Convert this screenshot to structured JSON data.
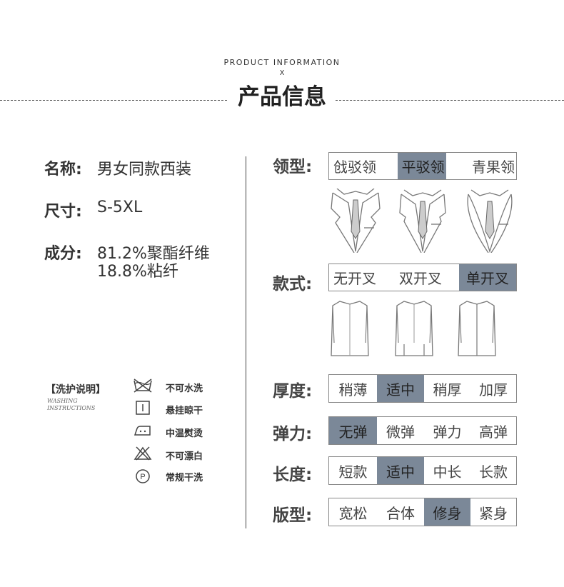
{
  "header": {
    "subtitle": "PRODUCT INFORMATION",
    "x_mark": "X",
    "title": "产品信息"
  },
  "info": [
    {
      "label": "名称:",
      "value": "男女同款西装"
    },
    {
      "label": "尺寸:",
      "value": "S-5XL"
    },
    {
      "label": "成分:",
      "value_line1": "81.2%聚酯纤维",
      "value_line2": "18.8%粘纤"
    }
  ],
  "washing": {
    "title": "【洗护说明】",
    "sub_line1": "WASHING",
    "sub_line2": "INSTRUCTIONS",
    "items": [
      {
        "icon": "no-wash-icon",
        "text": "不可水洗"
      },
      {
        "icon": "hang-dry-icon",
        "text": "悬挂晾干"
      },
      {
        "icon": "iron-medium-icon",
        "text": "中温熨烫"
      },
      {
        "icon": "no-bleach-icon",
        "text": "不可漂白"
      },
      {
        "icon": "dry-clean-icon",
        "text": "常规干洗"
      }
    ]
  },
  "attributes": {
    "collar": {
      "label": "领型:",
      "options": [
        "戗驳领",
        "平驳领",
        "青果领"
      ],
      "selected": 1
    },
    "style": {
      "label": "款式:",
      "options": [
        "无开叉",
        "双开叉",
        "单开叉"
      ],
      "selected": 2
    },
    "thickness": {
      "label": "厚度:",
      "options": [
        "稍薄",
        "适中",
        "稍厚",
        "加厚"
      ],
      "selected": 1
    },
    "elasticity": {
      "label": "弹力:",
      "options": [
        "无弹",
        "微弹",
        "弹力",
        "高弹"
      ],
      "selected": 0
    },
    "length": {
      "label": "长度:",
      "options": [
        "短款",
        "适中",
        "中长",
        "长款"
      ],
      "selected": 1
    },
    "fit": {
      "label": "版型:",
      "options": [
        "宽松",
        "合体",
        "修身",
        "紧身"
      ],
      "selected": 2
    }
  },
  "colors": {
    "highlight": "#7b8898",
    "border": "#888888",
    "text": "#333333"
  }
}
